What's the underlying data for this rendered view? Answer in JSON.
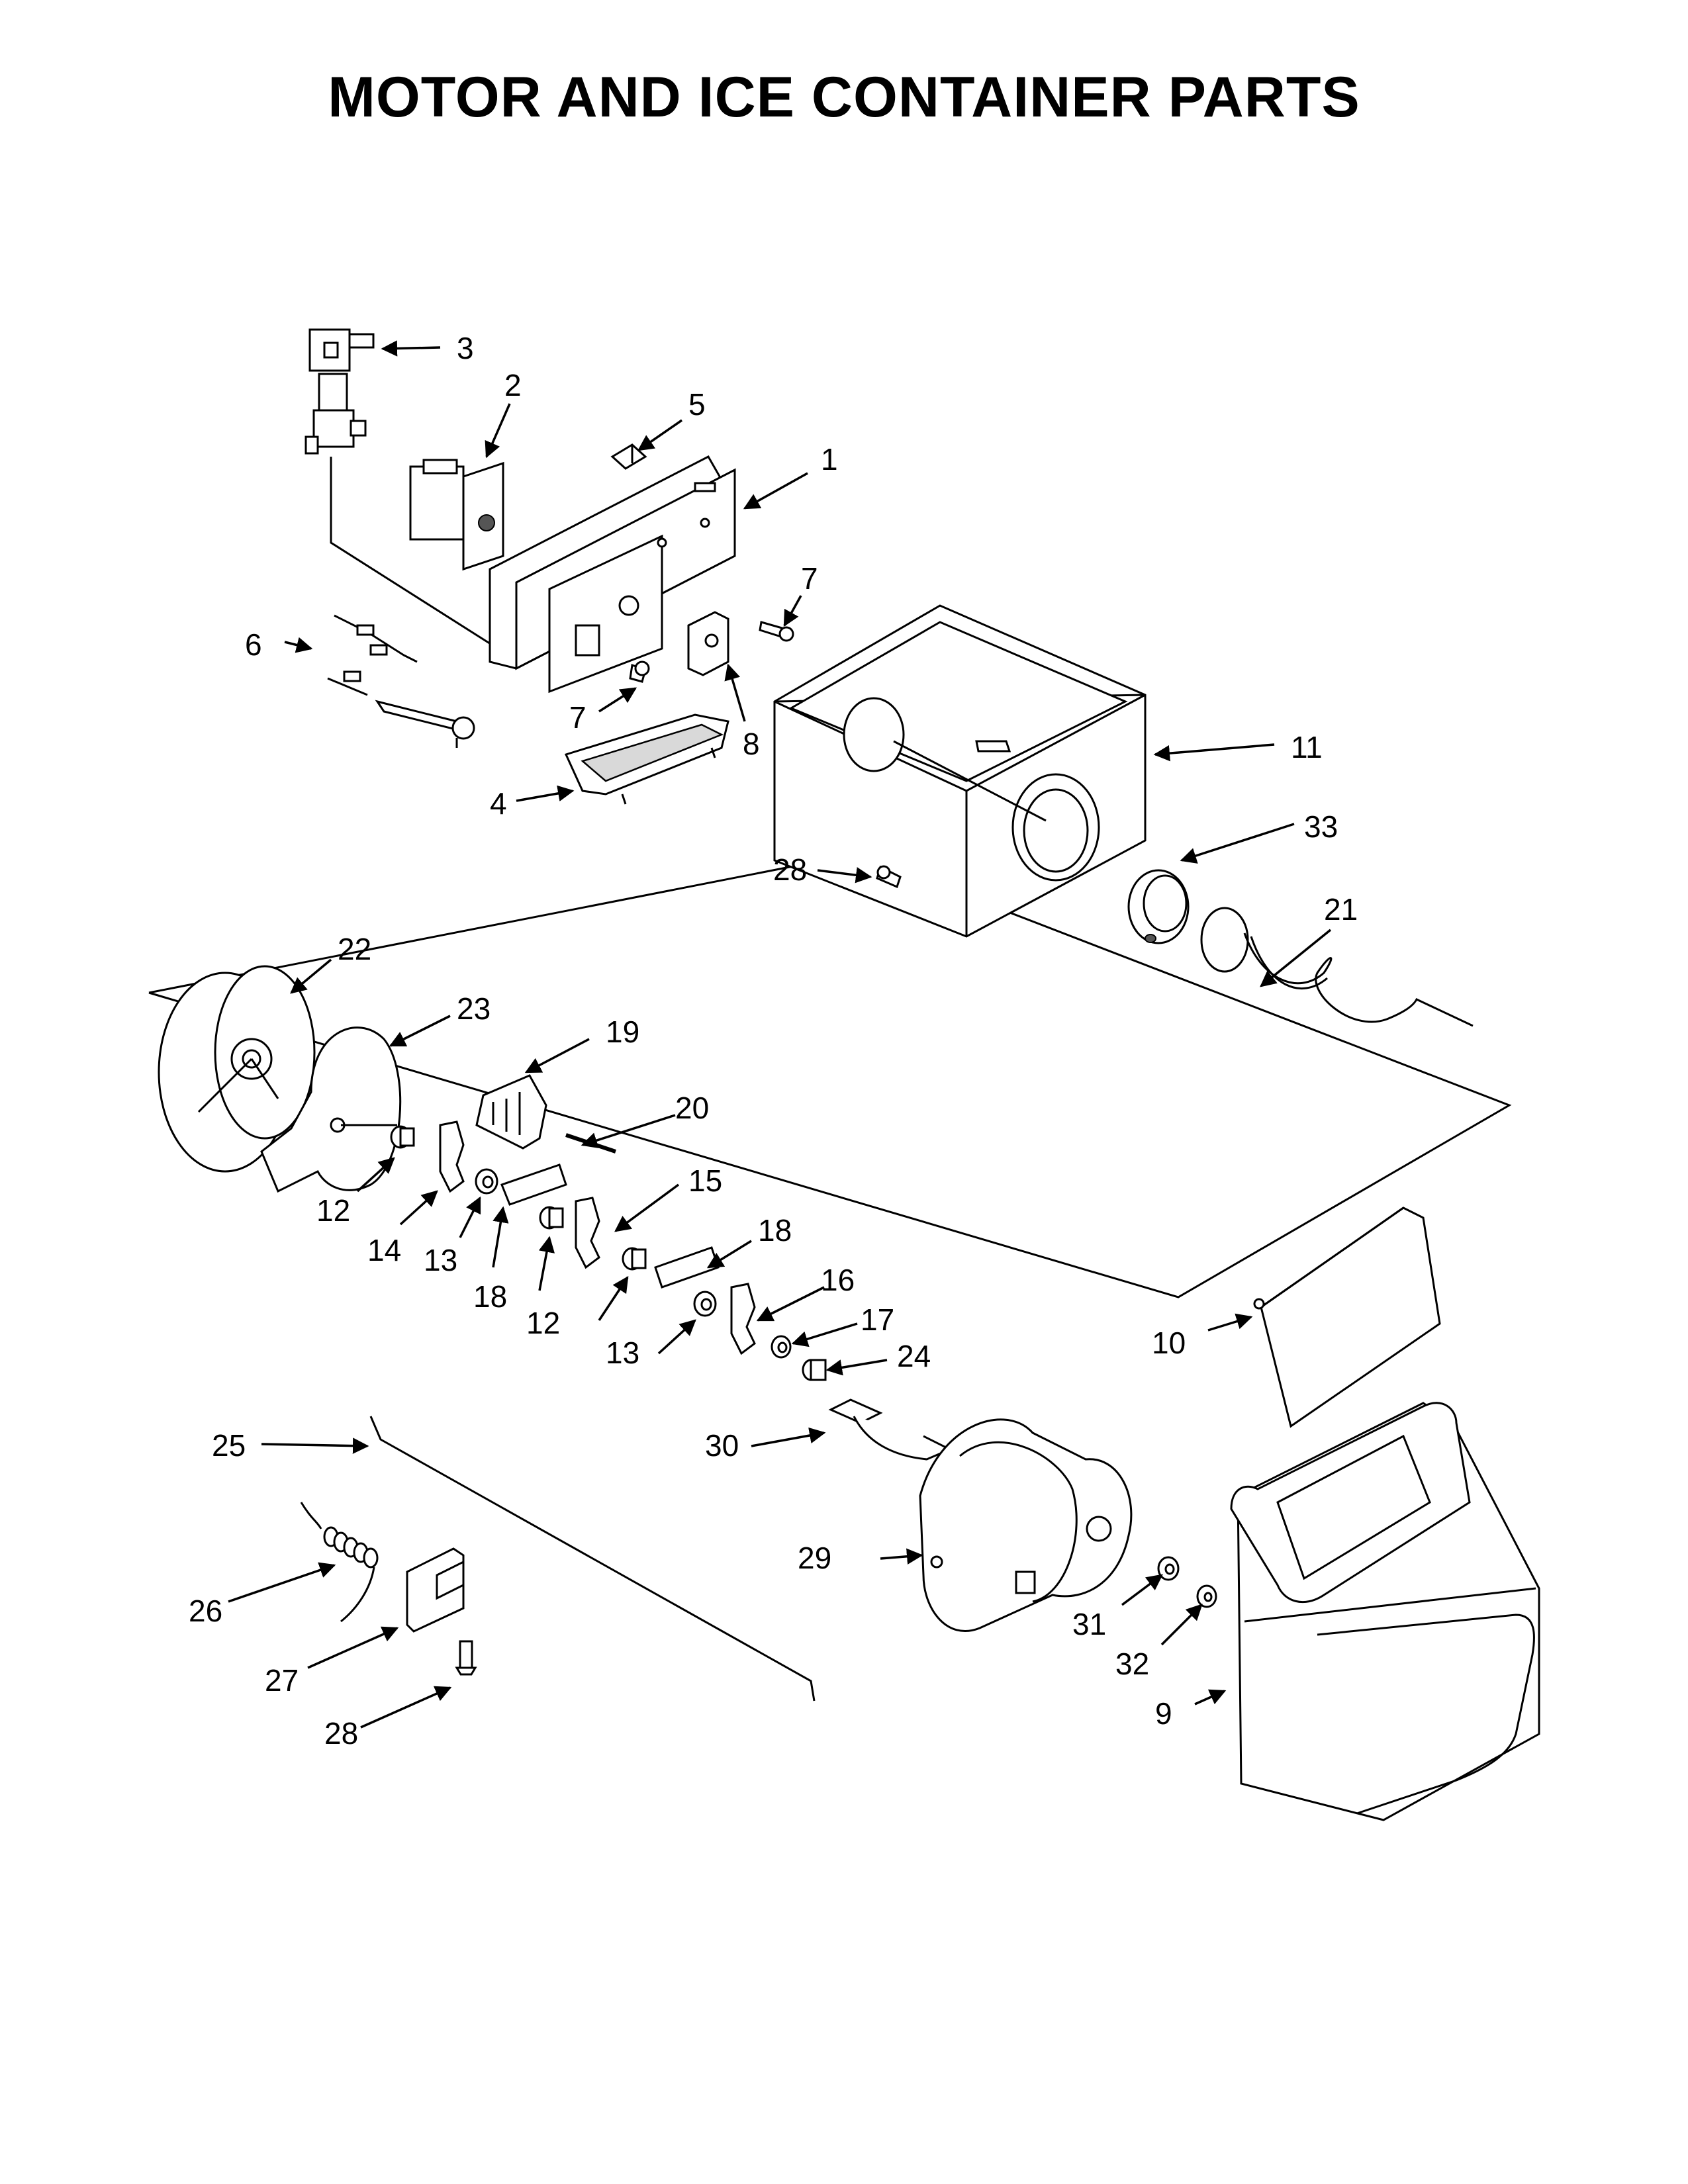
{
  "title": "MOTOR AND ICE CONTAINER PARTS",
  "callouts": [
    "3",
    "2",
    "5",
    "1",
    "7",
    "6",
    "7",
    "8",
    "11",
    "4",
    "28",
    "33",
    "21",
    "22",
    "23",
    "19",
    "20",
    "12",
    "14",
    "13",
    "15",
    "18",
    "18",
    "12",
    "16",
    "13",
    "17",
    "24",
    "10",
    "25",
    "30",
    "29",
    "31",
    "32",
    "26",
    "27",
    "9",
    "28"
  ]
}
